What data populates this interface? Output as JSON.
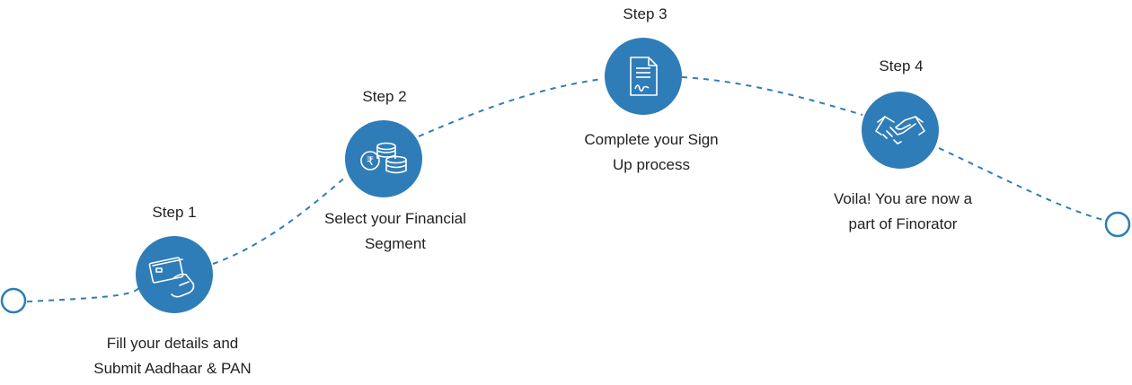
{
  "colors": {
    "accent": "#2f7db8",
    "icon_stroke": "#ffffff",
    "text": "#222222",
    "background": "#ffffff"
  },
  "steps": [
    {
      "title": "Step 1",
      "description_lines": [
        "Fill your details and",
        "Submit Aadhaar & PAN"
      ],
      "icon": "credit-card-hand-icon"
    },
    {
      "title": "Step 2",
      "description_lines": [
        "Select your Financial",
        "Segment"
      ],
      "icon": "rupee-coins-icon"
    },
    {
      "title": "Step 3",
      "description_lines": [
        "Complete your Sign",
        "Up process"
      ],
      "icon": "signed-document-icon"
    },
    {
      "title": "Step 4",
      "description_lines": [
        "Voila! You are now a",
        "part of Finorator"
      ],
      "icon": "handshake-icon"
    }
  ]
}
